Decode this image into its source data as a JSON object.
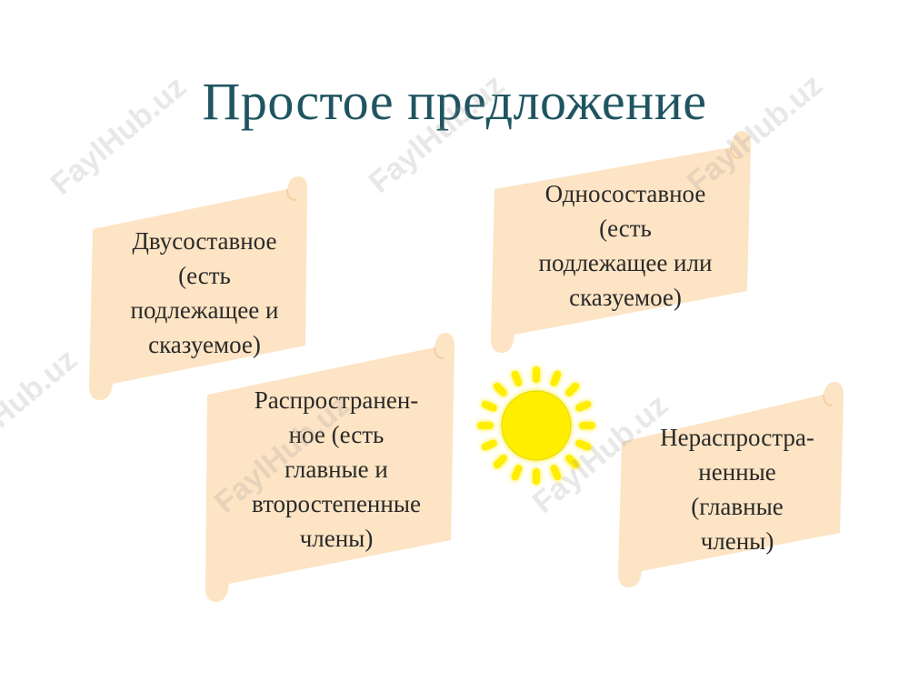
{
  "title": "Простое предложение",
  "boxes": [
    {
      "lines": [
        "Двусоставное",
        "(есть",
        "подлежащее и",
        "сказуемое)"
      ]
    },
    {
      "lines": [
        "Односоставное",
        "(есть",
        "подлежащее или",
        "сказуемое)"
      ]
    },
    {
      "lines": [
        "Распространен-",
        "ное (есть",
        "главные и",
        "второстепенные",
        "члены)"
      ]
    },
    {
      "lines": [
        "Нераспростра-",
        "ненные",
        "(главные",
        "члены)"
      ]
    }
  ],
  "watermark": "FaylHub.uz",
  "colors": {
    "title": "#1f5560",
    "scroll_fill": "#fde4c4",
    "sun": "#ffee00",
    "rays": "#ffee00"
  }
}
